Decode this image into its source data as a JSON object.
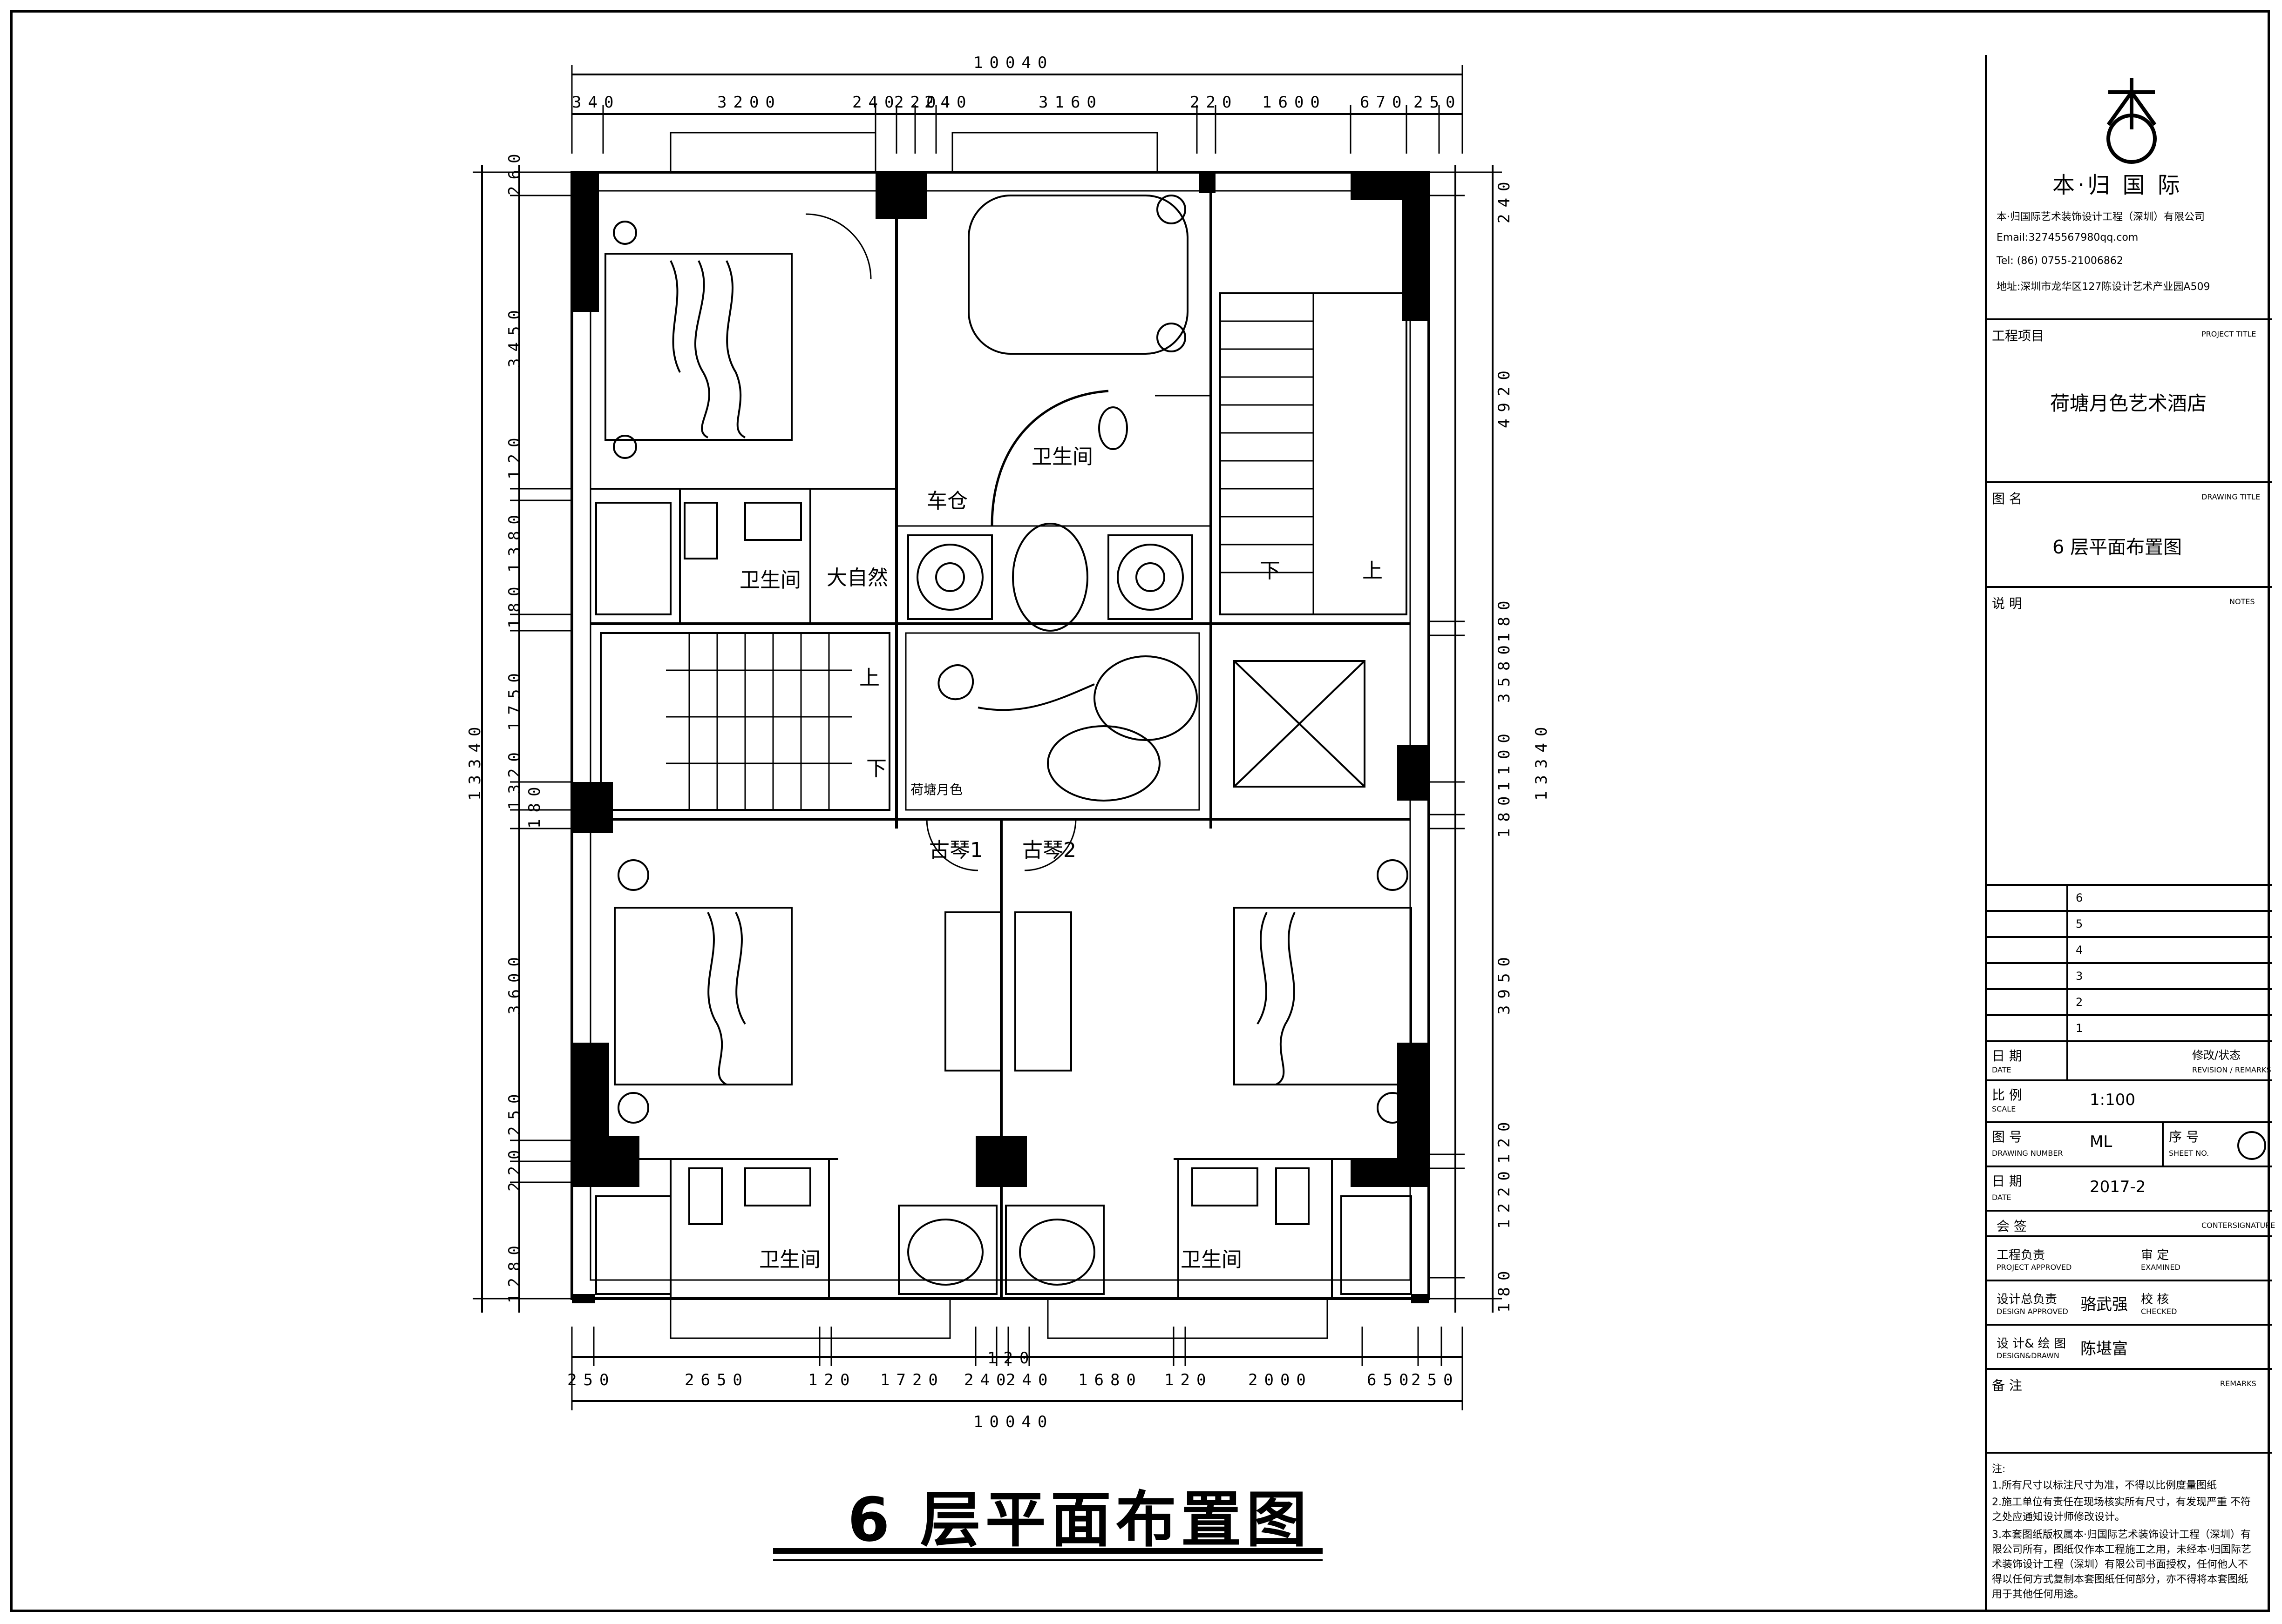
{
  "drawing": {
    "main_title": "6 层平面布置图",
    "scale": "1:100"
  },
  "dimensions": {
    "top_total": "10040",
    "top_segments": [
      "340",
      "3200",
      "240",
      "220",
      "240",
      "3160",
      "220",
      "1600",
      "670",
      "250"
    ],
    "bottom_total": "10040",
    "bottom_segments": [
      "250",
      "2650",
      "120",
      "1720",
      "240",
      "120",
      "240",
      "1680",
      "120",
      "2000",
      "650",
      "250"
    ],
    "left_total": "13340",
    "left_segments": [
      "260",
      "3450",
      "120",
      "1380",
      "180",
      "1750",
      "1320",
      "180",
      "3600",
      "250",
      "220",
      "1280"
    ],
    "right_total": "13340",
    "right_segments": [
      "240",
      "4920",
      "180",
      "3580",
      "1100",
      "180",
      "3950",
      "120",
      "1220",
      "180"
    ]
  },
  "rooms": {
    "wc_center": "卫生间",
    "garage": "车仓",
    "wc_left": "卫生间",
    "da_ziran": "大自然",
    "up_right": "上",
    "down_right": "下",
    "up_left": "上",
    "down_left": "下",
    "guqin1": "古琴1",
    "guqin2": "古琴2",
    "wc_bottom_left": "卫生间",
    "wc_bottom_right": "卫生间",
    "calligraphy": "荷塘月色"
  },
  "title_block": {
    "company_short": "本·归 国 际",
    "company_full": "本·归国际艺术装饰设计工程（深圳）有限公司",
    "email": "Email:32745567980qq.com",
    "tel": "Tel: (86) 0755-21006862",
    "address": "地址:深圳市龙华区127陈设计艺术产业园A509",
    "project_label": "工程项目",
    "project_label_en": "PROJECT TITLE",
    "project_name": "荷塘月色艺术酒店",
    "drawing_label": "图 名",
    "drawing_label_en": "DRAWING TITLE",
    "drawing_name": "6 层平面布置图",
    "notes_label": "说 明",
    "notes_label_en": "NOTES",
    "revisions": [
      "6",
      "5",
      "4",
      "3",
      "2",
      "1"
    ],
    "date_label": "日 期",
    "date_label_en": "DATE",
    "revision_label": "修改/状态",
    "revision_label_en": "REVISION / REMARKS",
    "scale_label": "比 例",
    "scale_label_en": "SCALE",
    "scale_value": "1:100",
    "number_label": "图 号",
    "number_label_en": "DRAWING NUMBER",
    "number_value": "ML",
    "sheet_label": "序 号",
    "sheet_label_en": "SHEET NO.",
    "date2_label": "日 期",
    "date2_label_en": "DATE",
    "date_value": "2017-2",
    "countersign_label": "会 签",
    "countersign_label_en": "CONTERSIGNATURE",
    "pm_label": "工程负责",
    "pm_label_en": "PROJECT APPROVED",
    "examined_label": "审 定",
    "examined_label_en": "EXAMINED",
    "design_lead_label": "设计总负责",
    "design_lead_label_en": "DESIGN APPROVED",
    "design_lead_name": "骆武强",
    "checked_label": "校 核",
    "checked_label_en": "CHECKED",
    "drawn_label": "设 计& 绘 图",
    "drawn_label_en": "DESIGN&DRAWN",
    "drawn_name": "陈堪富",
    "remarks_label": "备 注",
    "remarks_label_en": "REMARKS",
    "footnote_title": "注:",
    "footnotes": [
      "1.所有尺寸以标注尺寸为准，不得以比例度量图纸",
      "2.施工单位有责任在现场核实所有尺寸，有发现严重 不符之处应通知设计师修改设计。",
      "3.本套图纸版权属本·归国际艺术装饰设计工程（深圳）有限公司所有，图纸仅作本工程施工之用，未经本·归国际艺术装饰设计工程（深圳）有限公司书面授权，任何他人不得以任何方式复制本套图纸任何部分，亦不得将本套图纸用于其他任何用途。"
    ]
  }
}
